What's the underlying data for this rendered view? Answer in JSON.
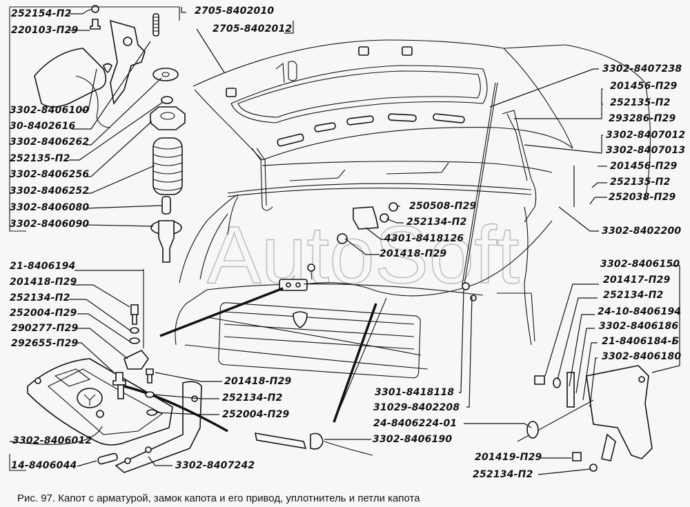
{
  "figure": {
    "caption": "Рис. 97. Капот с арматурой, замок капота и его привод, уплотнитель и петли капота",
    "watermark": "AutoSoft"
  },
  "labels": {
    "top_left": [
      "252154-П2",
      "220103-П29"
    ],
    "top_center": [
      "2705-8402010",
      "2705-8402012"
    ],
    "left_upper": [
      "3302-8406100",
      "30-8402616",
      "3302-8406262",
      "252135-П2",
      "3302-8406256",
      "3302-8406252",
      "3302-8406080",
      "3302-8406090"
    ],
    "left_lower": [
      "21-8406194",
      "201418-П29",
      "252134-П2",
      "252004-П29",
      "290277-П29",
      "292655-П29"
    ],
    "bottom_left": [
      "3302-8406012",
      "14-8406044",
      "3302-8407242"
    ],
    "center_lower": [
      "201418-П29",
      "252134-П2",
      "252004-П29"
    ],
    "center_lock": [
      "250508-П29",
      "252134-П2",
      "4301-8418126",
      "201418-П29"
    ],
    "right_upper": [
      "3302-8407238",
      "201456-П29",
      "252135-П2",
      "293286-П29",
      "3302-8407012",
      "3302-8407013"
    ],
    "right_mid": [
      "201456-П29",
      "252135-П2",
      "252038-П29",
      "3302-8402200"
    ],
    "right_lower": [
      "3302-8406150",
      "201417-П29",
      "252134-П2",
      "24-10-8406194",
      "3302-8406186",
      "21-8406184-Б",
      "3302-8406180"
    ],
    "bottom_center": [
      "3301-8418118",
      "31029-8402208",
      "24-8406224-01",
      "3302-8406190"
    ],
    "bottom_right": [
      "201419-П29",
      "252134-П2"
    ]
  }
}
